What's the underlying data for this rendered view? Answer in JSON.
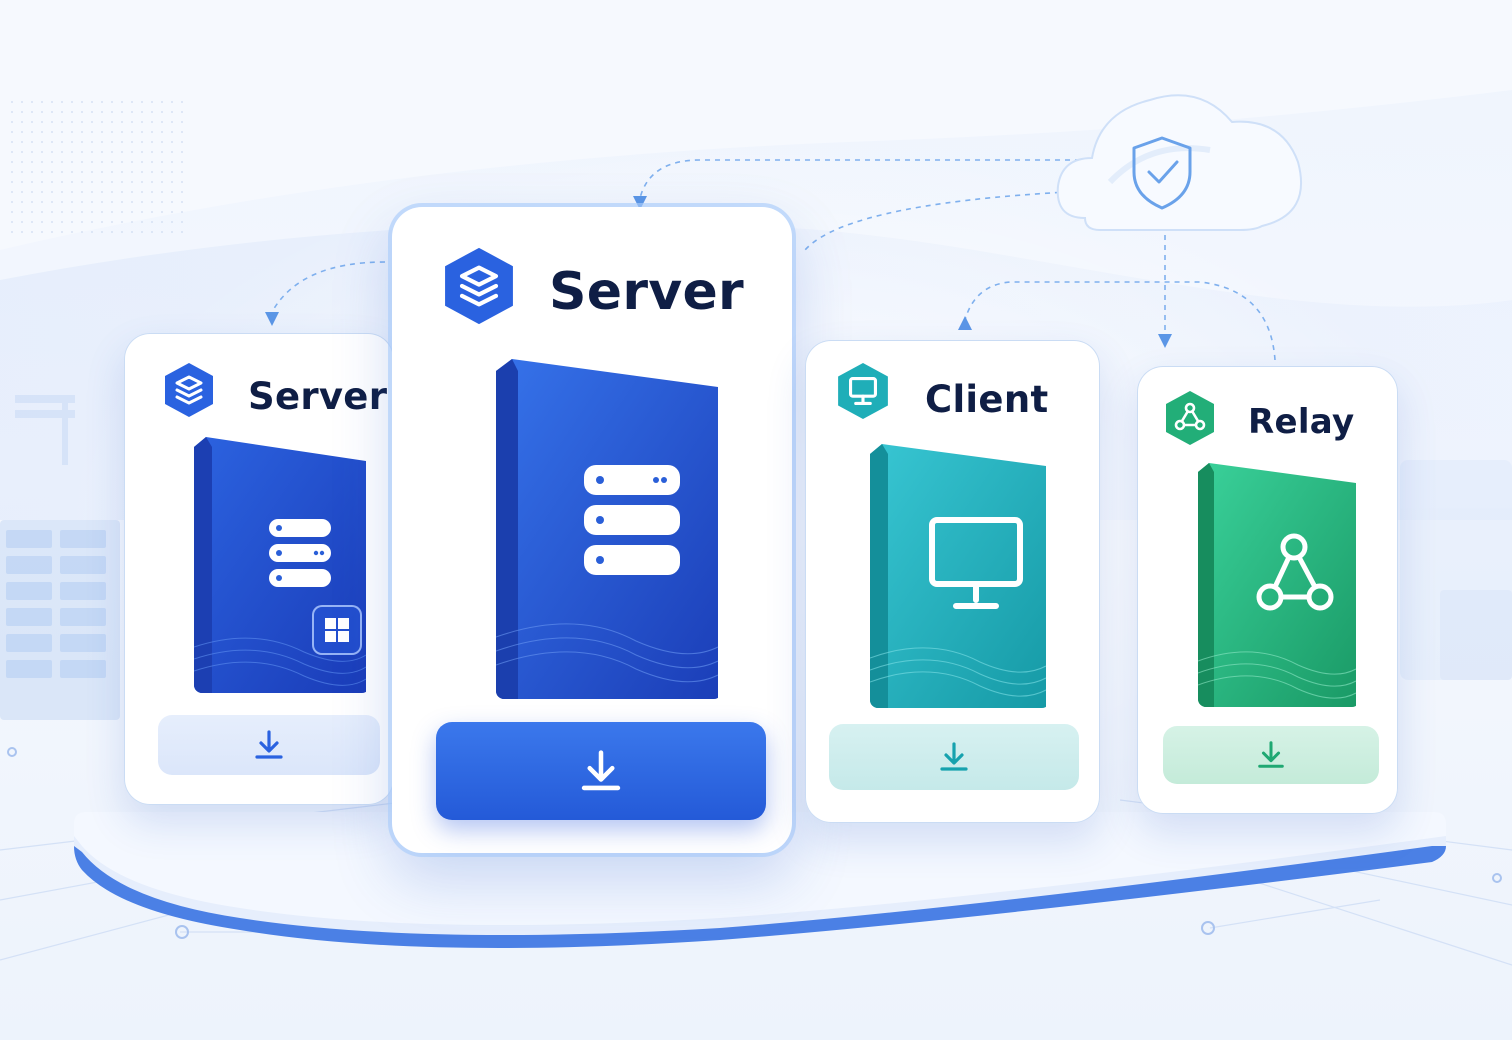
{
  "colors": {
    "server_blue": "#2a5fd8",
    "server_blue_light": "#4a86f0",
    "client_teal": "#1fa6b0",
    "relay_green": "#22a773",
    "title_navy": "#0f1e45"
  },
  "cards": [
    {
      "id": "server-small",
      "title": "Server",
      "badge_icon": "stack-icon",
      "box_icon": "server-rack-icon",
      "os_icon": "windows-icon",
      "button_icon": "download-icon"
    },
    {
      "id": "server-featured",
      "title": "Server",
      "badge_icon": "stack-icon",
      "box_icon": "server-rack-icon",
      "button_icon": "download-icon"
    },
    {
      "id": "client",
      "title": "Client",
      "badge_icon": "monitor-icon",
      "box_icon": "monitor-icon",
      "button_icon": "download-icon"
    },
    {
      "id": "relay",
      "title": "Relay",
      "badge_icon": "network-nodes-icon",
      "box_icon": "network-nodes-icon",
      "button_icon": "download-icon"
    }
  ],
  "cloud": {
    "icon": "shield-check-icon"
  }
}
